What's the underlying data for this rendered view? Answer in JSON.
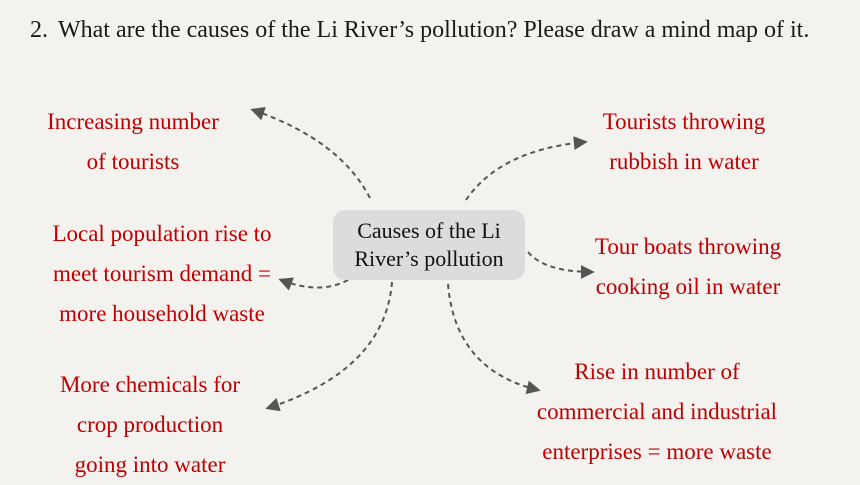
{
  "question": {
    "number": "2.",
    "text": "What are the causes of the Li River’s pollution? Please draw a mind map of it."
  },
  "center": {
    "line1": "Causes of the Li",
    "line2": "River’s pollution"
  },
  "branches": [
    {
      "lines": [
        "Increasing number",
        "of tourists"
      ]
    },
    {
      "lines": [
        "Local population rise to",
        "meet tourism demand =",
        "more household waste"
      ]
    },
    {
      "lines": [
        "More chemicals for",
        "crop production",
        "going into water"
      ]
    },
    {
      "lines": [
        "Tourists throwing",
        "rubbish in water"
      ]
    },
    {
      "lines": [
        "Tour boats throwing",
        "cooking oil in water"
      ]
    },
    {
      "lines": [
        "Rise in number of",
        "commercial and industrial",
        "enterprises = more waste"
      ]
    }
  ],
  "colors": {
    "background": "#f3f2ef",
    "branch_text": "#c00000",
    "center_box": "#dcdcdc",
    "arrow": "#555555"
  }
}
